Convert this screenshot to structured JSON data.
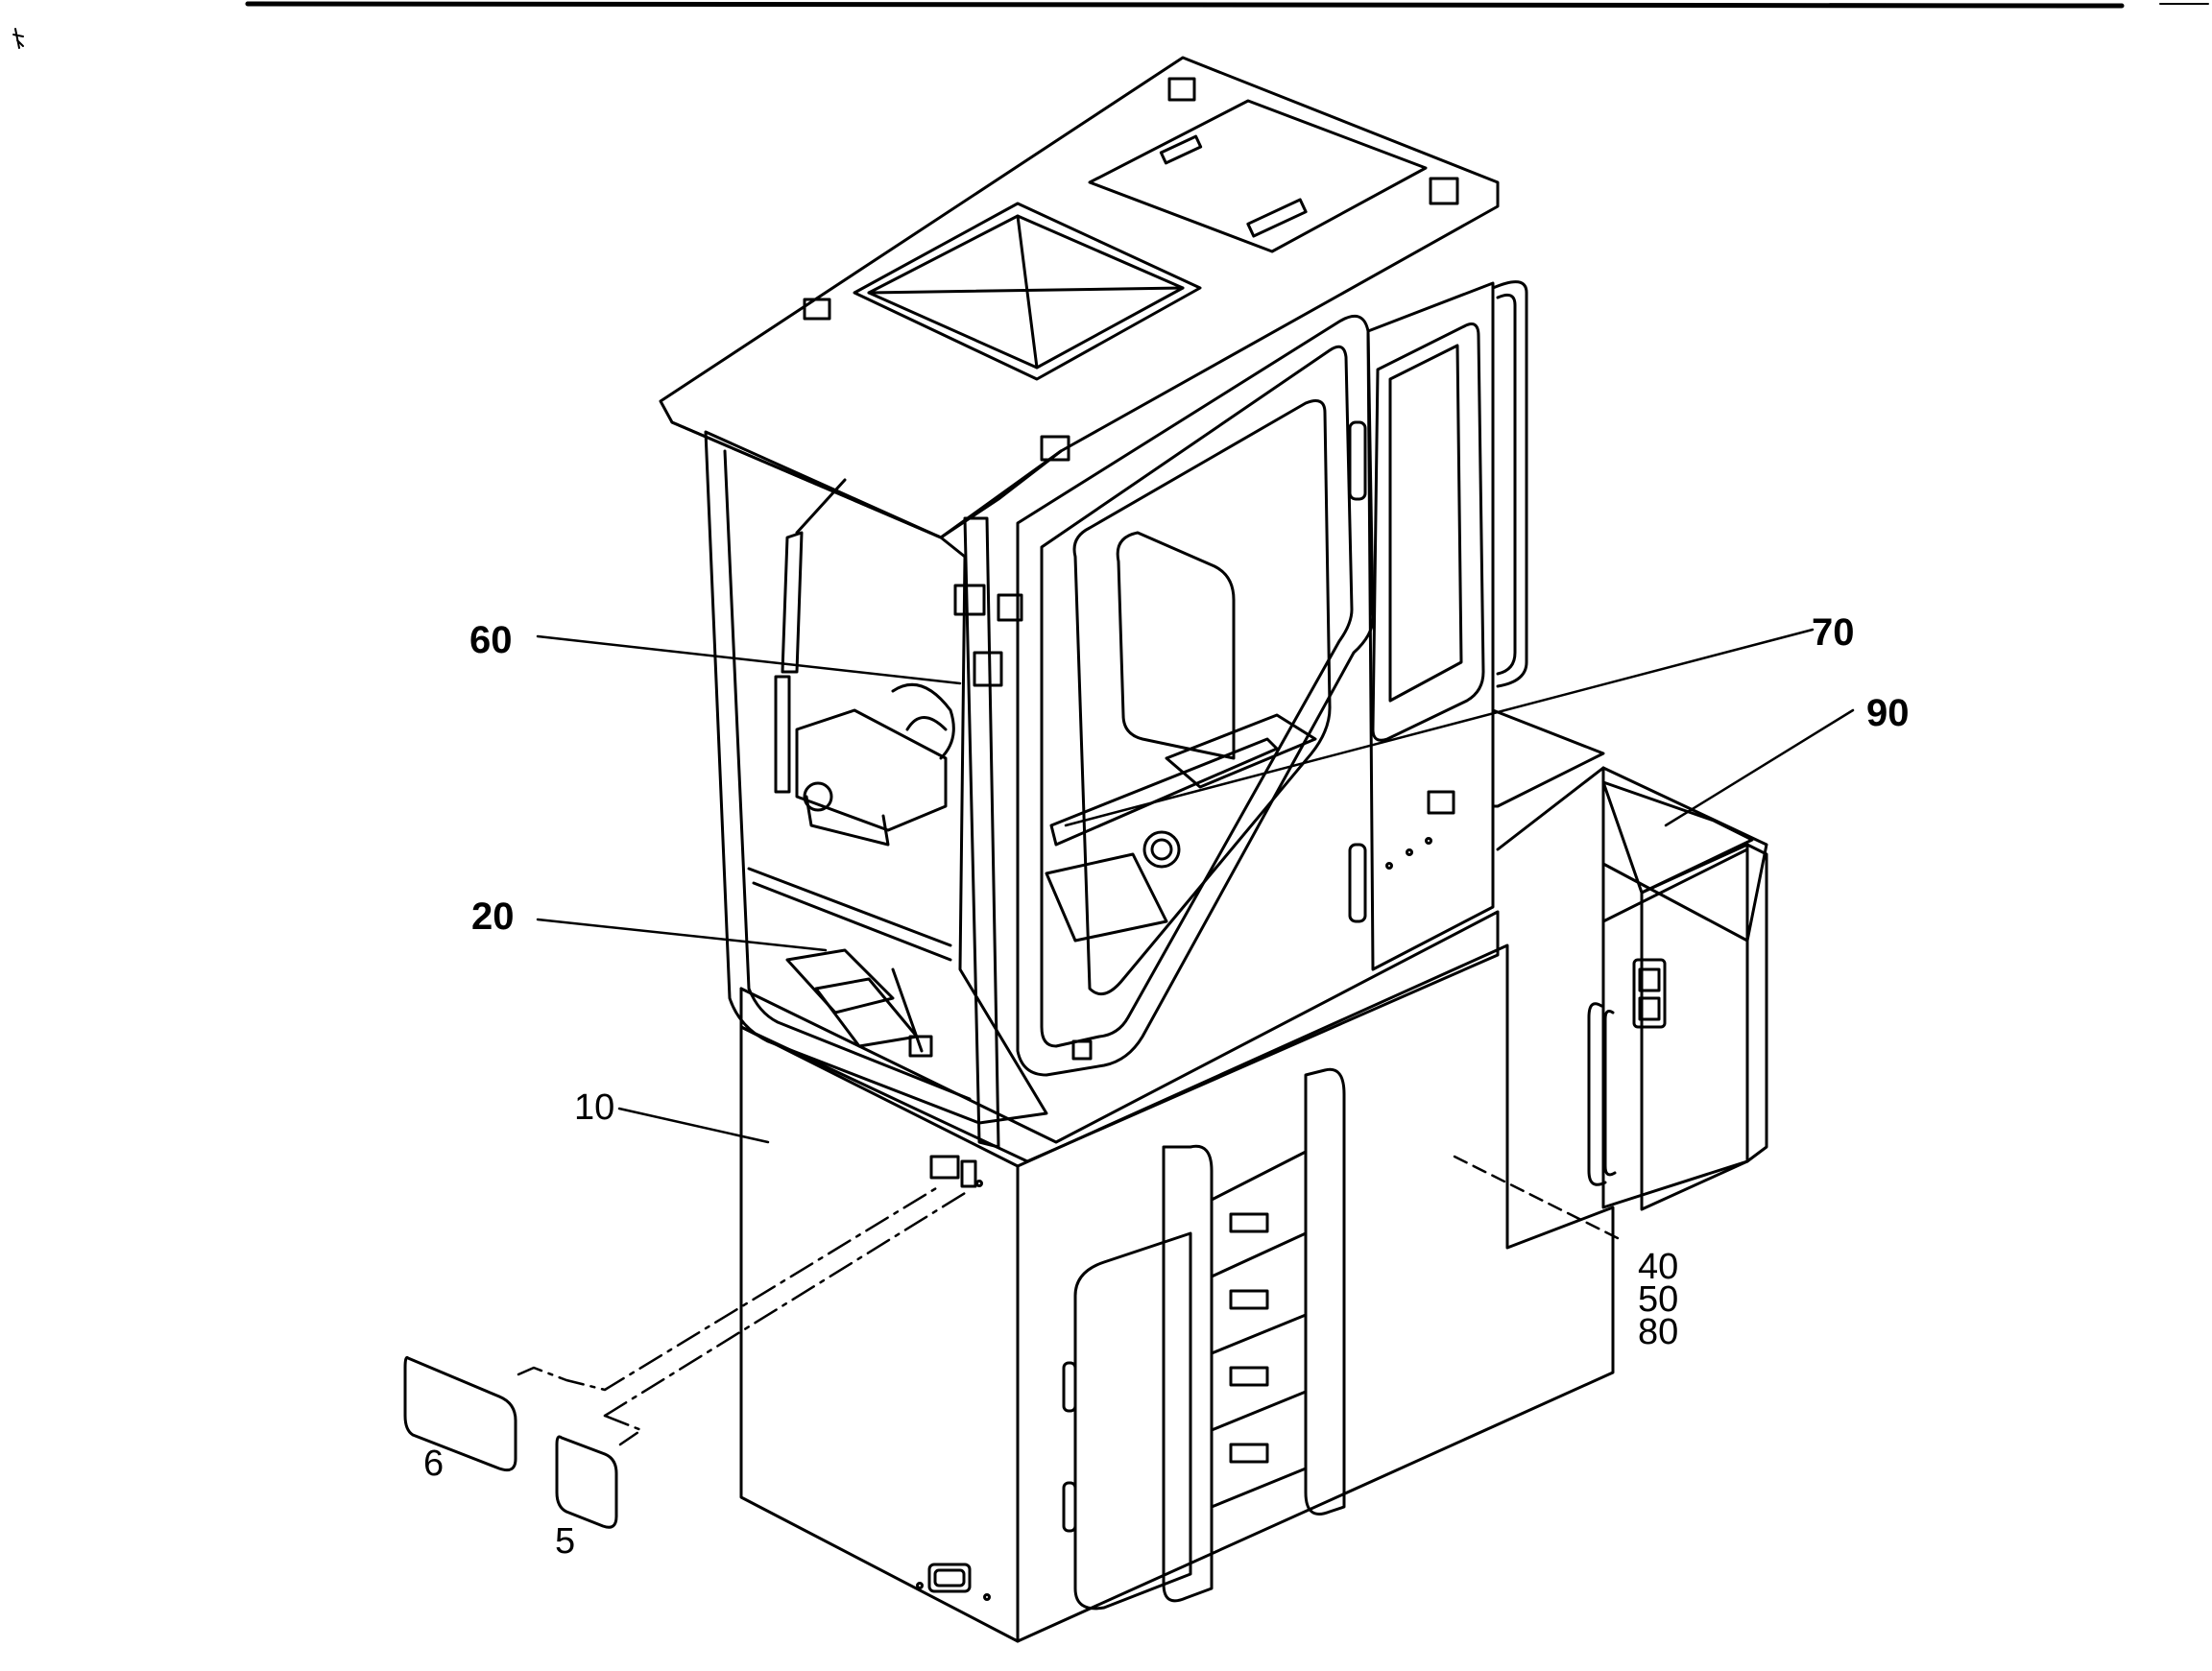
{
  "diagram": {
    "title": "",
    "type": "exploded parts illustration",
    "subject": "operator cab on base housing",
    "colors": {
      "line": "#000000",
      "background": "#ffffff"
    }
  },
  "callouts": [
    {
      "id": "c60",
      "label": "60"
    },
    {
      "id": "c70",
      "label": "70"
    },
    {
      "id": "c90",
      "label": "90"
    },
    {
      "id": "c20",
      "label": "20"
    },
    {
      "id": "c10",
      "label": "10"
    },
    {
      "id": "c40",
      "label": "40"
    },
    {
      "id": "c50",
      "label": "50"
    },
    {
      "id": "c80",
      "label": "80"
    },
    {
      "id": "c6",
      "label": "6"
    },
    {
      "id": "c5",
      "label": "5"
    }
  ]
}
